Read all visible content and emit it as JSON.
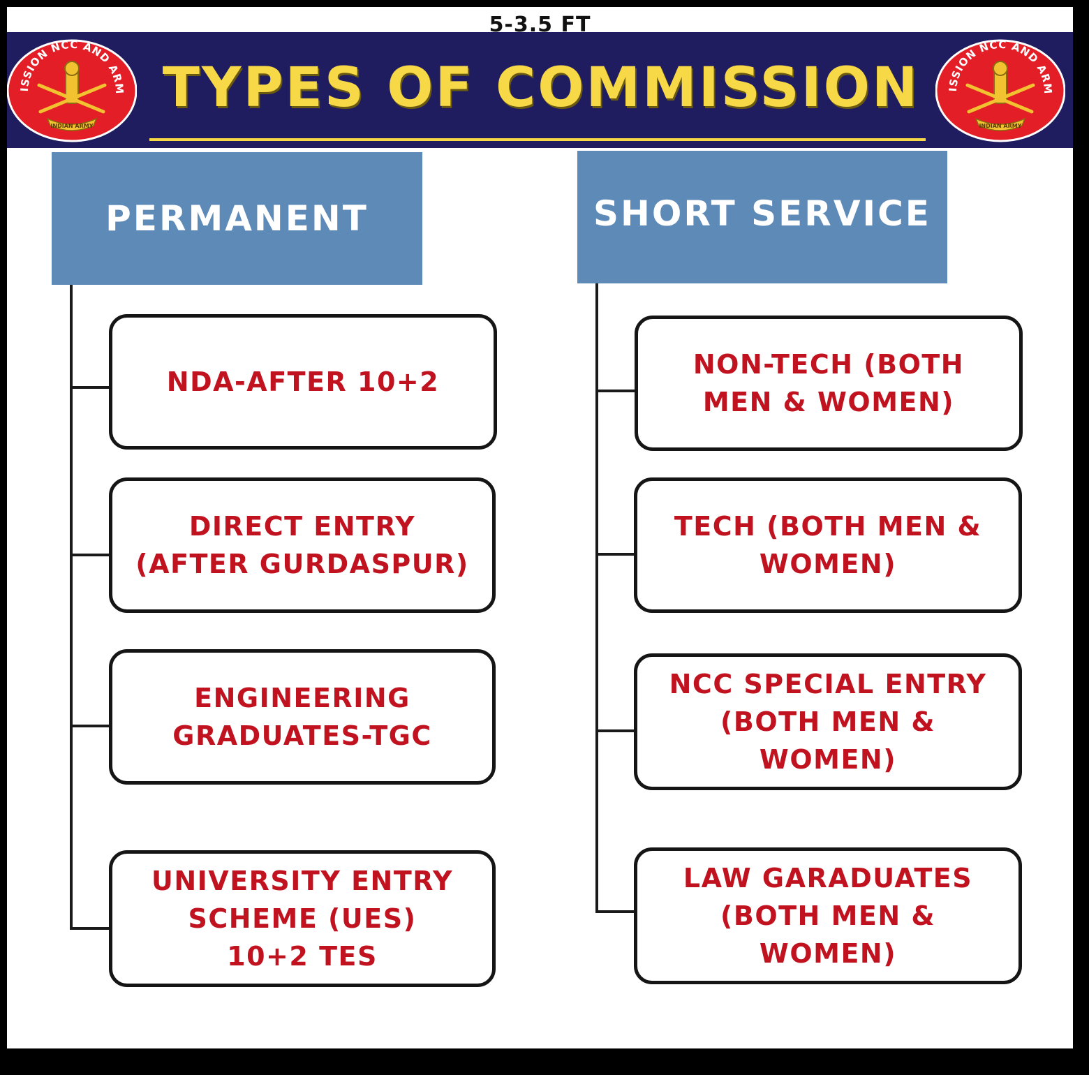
{
  "size_label": "5-3.5 FT",
  "banner": {
    "title": "TYPES OF COMMISSION",
    "emblem_text": "MISSION NCC AND ARMY",
    "emblem_subtext": "INDIAN ARMY",
    "colors": {
      "background": "#1f1c60",
      "title": "#f7d847",
      "emblem": "#e41e26"
    }
  },
  "columns": [
    {
      "header": "PERMANENT",
      "items": [
        "NDA-AFTER 10+2",
        "DIRECT ENTRY\n(AFTER GURDASPUR)",
        "ENGINEERING\nGRADUATES-TGC",
        "UNIVERSITY ENTRY\nSCHEME (UES)\n10+2 TES"
      ]
    },
    {
      "header": "SHORT SERVICE",
      "items": [
        "NON-TECH (BOTH\nMEN & WOMEN)",
        "TECH (BOTH MEN &\nWOMEN)",
        "NCC SPECIAL ENTRY\n(BOTH MEN &\nWOMEN)",
        "LAW GARADUATES\n(BOTH MEN &\nWOMEN)"
      ]
    }
  ],
  "colors": {
    "header_fill": "#5e8ab8",
    "item_text": "#c1121f",
    "item_border": "#151515"
  }
}
